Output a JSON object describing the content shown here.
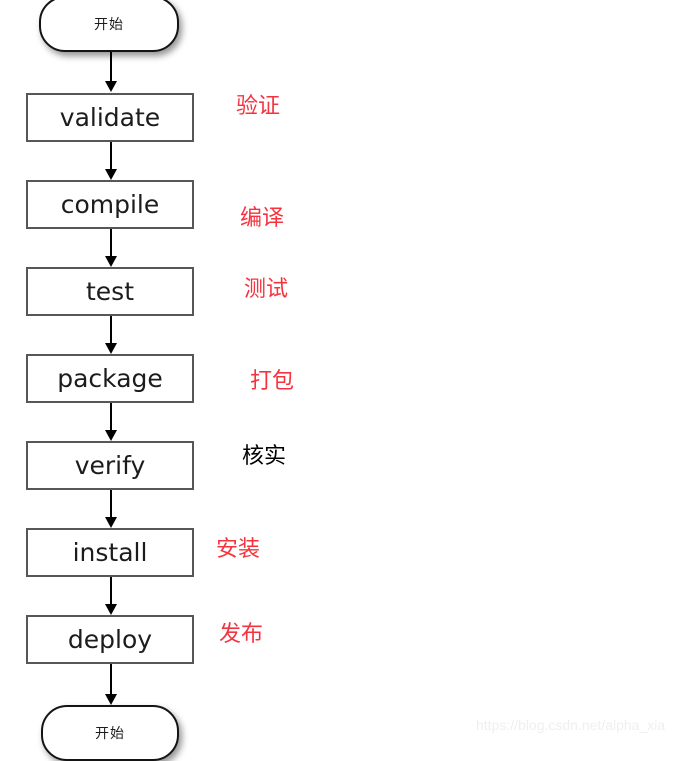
{
  "diagram": {
    "title": "Maven Lifecycle Flowchart",
    "orientation": "vertical-top-to-bottom",
    "colors": {
      "annotation_red": "#f5333f",
      "annotation_black": "#000000",
      "box_border": "#575757",
      "terminator_border": "#141414",
      "connector": "#000000",
      "background": "#ffffff",
      "watermark": "#efefef"
    },
    "nodes": [
      {
        "id": "start-top",
        "shape": "terminator",
        "label": "开始"
      },
      {
        "id": "validate",
        "shape": "process",
        "label": "validate"
      },
      {
        "id": "compile",
        "shape": "process",
        "label": "compile"
      },
      {
        "id": "test",
        "shape": "process",
        "label": "test"
      },
      {
        "id": "package",
        "shape": "process",
        "label": "package"
      },
      {
        "id": "verify",
        "shape": "process",
        "label": "verify"
      },
      {
        "id": "install",
        "shape": "process",
        "label": "install"
      },
      {
        "id": "deploy",
        "shape": "process",
        "label": "deploy"
      },
      {
        "id": "start-bottom",
        "shape": "terminator",
        "label": "开始"
      }
    ],
    "annotations": [
      {
        "for": "validate",
        "text": "验证",
        "color": "#f5333f"
      },
      {
        "for": "compile",
        "text": "编译",
        "color": "#f5333f"
      },
      {
        "for": "test",
        "text": "测试",
        "color": "#f5333f"
      },
      {
        "for": "package",
        "text": "打包",
        "color": "#f5333f"
      },
      {
        "for": "verify",
        "text": "核实",
        "color": "#000000"
      },
      {
        "for": "install",
        "text": "安装",
        "color": "#f5333f"
      },
      {
        "for": "deploy",
        "text": "发布",
        "color": "#f5333f"
      }
    ],
    "edges": [
      {
        "from": "start-top",
        "to": "validate"
      },
      {
        "from": "validate",
        "to": "compile"
      },
      {
        "from": "compile",
        "to": "test"
      },
      {
        "from": "test",
        "to": "package"
      },
      {
        "from": "package",
        "to": "verify"
      },
      {
        "from": "verify",
        "to": "install"
      },
      {
        "from": "install",
        "to": "deploy"
      },
      {
        "from": "deploy",
        "to": "start-bottom"
      }
    ]
  },
  "watermark": {
    "text": "https://blog.csdn.net/alpha_xia"
  }
}
